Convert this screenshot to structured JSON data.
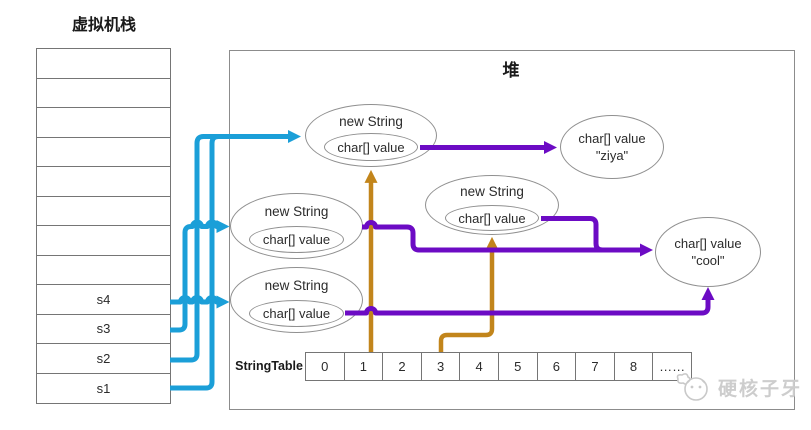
{
  "stack": {
    "title": "虚拟机栈",
    "rows": [
      "",
      "",
      "",
      "",
      "",
      "",
      "",
      "",
      "s4",
      "s3",
      "s2",
      "s1"
    ]
  },
  "heap": {
    "title": "堆"
  },
  "objects": {
    "string1": {
      "label": "new String",
      "value_label": "char[] value"
    },
    "string2": {
      "label": "new String",
      "value_label": "char[] value"
    },
    "string3": {
      "label": "new String",
      "value_label": "char[] value"
    },
    "string4": {
      "label": "new String",
      "value_label": "char[] value"
    },
    "array_ziya": {
      "line1": "char[] value",
      "line2": "\"ziya\""
    },
    "array_cool": {
      "line1": "char[] value",
      "line2": "\"cool\""
    }
  },
  "stringtable": {
    "label": "StringTable",
    "cells": [
      "0",
      "1",
      "2",
      "3",
      "4",
      "5",
      "6",
      "7",
      "8",
      "……"
    ]
  },
  "edges": [
    {
      "from": "s1",
      "to": "new-string-top",
      "color": "blue"
    },
    {
      "from": "s2",
      "to": "new-string-top",
      "color": "blue"
    },
    {
      "from": "s3",
      "to": "new-string-mid-left",
      "color": "blue"
    },
    {
      "from": "s4",
      "to": "new-string-bottom-left",
      "color": "blue"
    },
    {
      "from": "new-string-top.char[] value",
      "to": "char-array-ziya",
      "color": "purple"
    },
    {
      "from": "new-string-mid-left.char[] value",
      "to": "char-array-cool",
      "color": "purple"
    },
    {
      "from": "new-string-mid-right.char[] value",
      "to": "char-array-cool",
      "color": "purple"
    },
    {
      "from": "new-string-bottom-left.char[] value",
      "to": "char-array-cool",
      "color": "purple"
    },
    {
      "from": "stringtable.cell.1",
      "to": "new-string-top",
      "color": "orange"
    },
    {
      "from": "stringtable.cell.3",
      "to": "new-string-mid-right",
      "color": "orange"
    }
  ],
  "colors": {
    "blue": "#1B9FD8",
    "purple": "#6C0BC4",
    "orange": "#C2851B",
    "border_gray": "#8C8C8C",
    "watermark_gray": "#CDCDCD"
  },
  "watermark": {
    "text": "硬核子牙"
  }
}
